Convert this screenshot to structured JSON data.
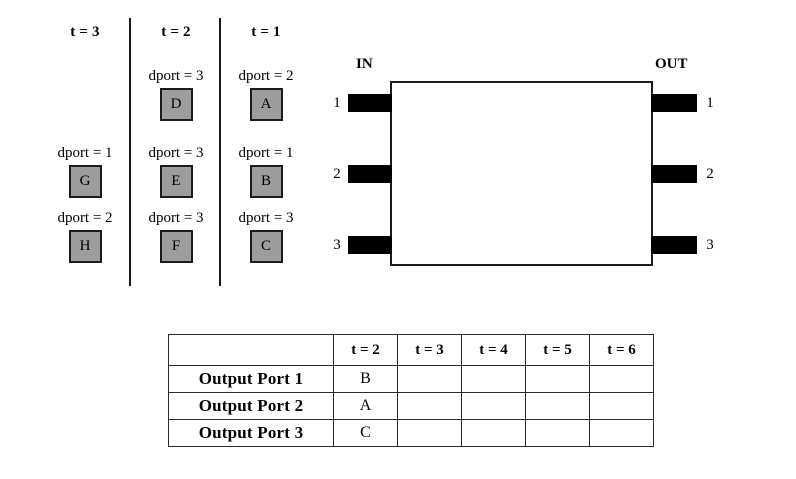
{
  "queue": {
    "columns": [
      {
        "title": "t = 3",
        "packets": [
          {
            "dport": "",
            "label": "",
            "present": false
          },
          {
            "dport": "dport = 1",
            "label": "G",
            "present": true
          },
          {
            "dport": "dport = 2",
            "label": "H",
            "present": true
          }
        ]
      },
      {
        "title": "t = 2",
        "packets": [
          {
            "dport": "dport = 3",
            "label": "D",
            "present": true
          },
          {
            "dport": "dport = 3",
            "label": "E",
            "present": true
          },
          {
            "dport": "dport = 3",
            "label": "F",
            "present": true
          }
        ]
      },
      {
        "title": "t = 1",
        "packets": [
          {
            "dport": "dport = 2",
            "label": "A",
            "present": true
          },
          {
            "dport": "dport = 1",
            "label": "B",
            "present": true
          },
          {
            "dport": "dport = 3",
            "label": "C",
            "present": true
          }
        ]
      }
    ]
  },
  "switch": {
    "in_label": "IN",
    "out_label": "OUT",
    "in_ports": [
      "1",
      "2",
      "3"
    ],
    "out_ports": [
      "1",
      "2",
      "3"
    ],
    "box_color": "#ffffff",
    "port_color": "#000000"
  },
  "table": {
    "header": [
      "",
      "t = 2",
      "t = 3",
      "t = 4",
      "t = 5",
      "t = 6"
    ],
    "rows": [
      {
        "label": "Output Port 1",
        "cells": [
          "B",
          "",
          "",
          "",
          ""
        ]
      },
      {
        "label": "Output Port 2",
        "cells": [
          "A",
          "",
          "",
          "",
          ""
        ]
      },
      {
        "label": "Output Port 3",
        "cells": [
          "C",
          "",
          "",
          "",
          ""
        ]
      }
    ]
  },
  "colors": {
    "packet_fill": "#9d9d9d",
    "stroke": "#1c1c1c"
  }
}
